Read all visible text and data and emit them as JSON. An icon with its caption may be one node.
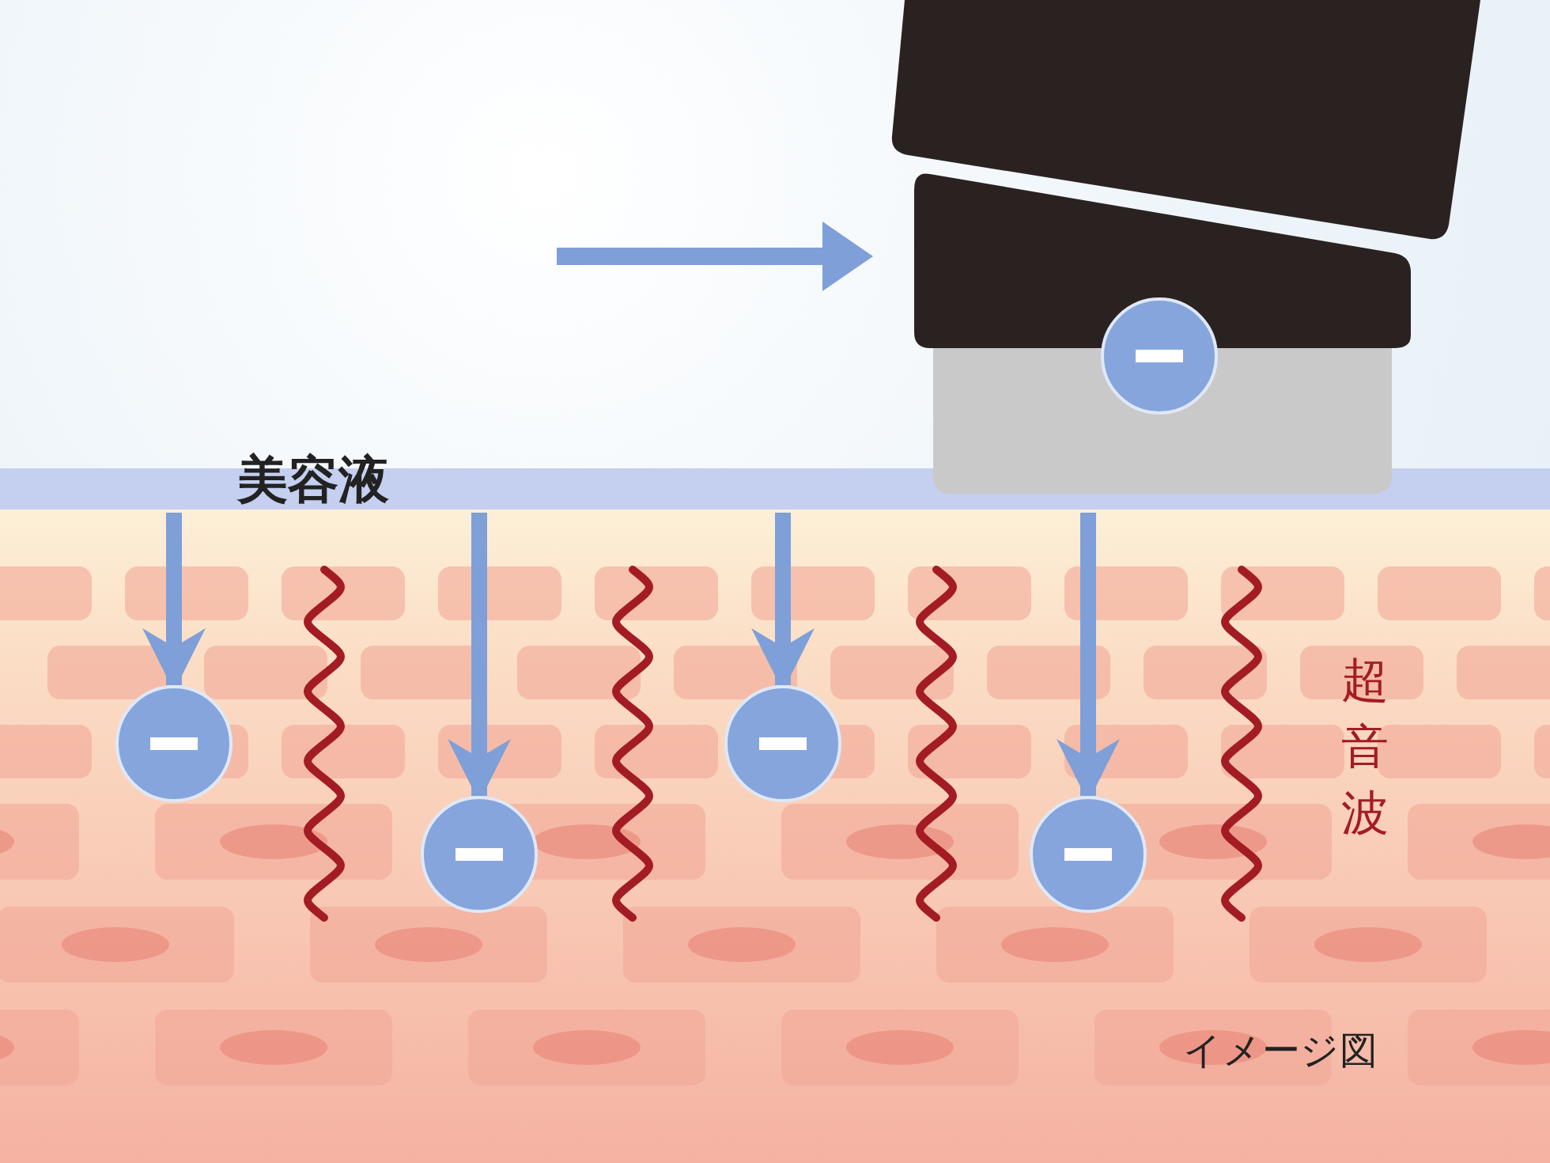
{
  "diagram": {
    "nodes": [
      {
        "text": [
          "美容液"
        ]
      },
      {
        "text": [],
        "shape": "circle"
      },
      {
        "text": [],
        "shape": "circle"
      },
      {
        "text": [],
        "shape": "circle"
      },
      {
        "text": [],
        "shape": "circle"
      },
      {
        "text": [],
        "shape": "circle"
      }
    ],
    "edges": [
      {
        "from": 0,
        "to": 2,
        "arrow": "to"
      },
      {
        "from": 0,
        "to": 3,
        "arrow": "to"
      },
      {
        "from": 0,
        "to": 4,
        "arrow": "to"
      },
      {
        "from": 0,
        "to": 5,
        "arrow": "to"
      }
    ],
    "labels": [
      "超音波",
      "イメージ図"
    ]
  }
}
